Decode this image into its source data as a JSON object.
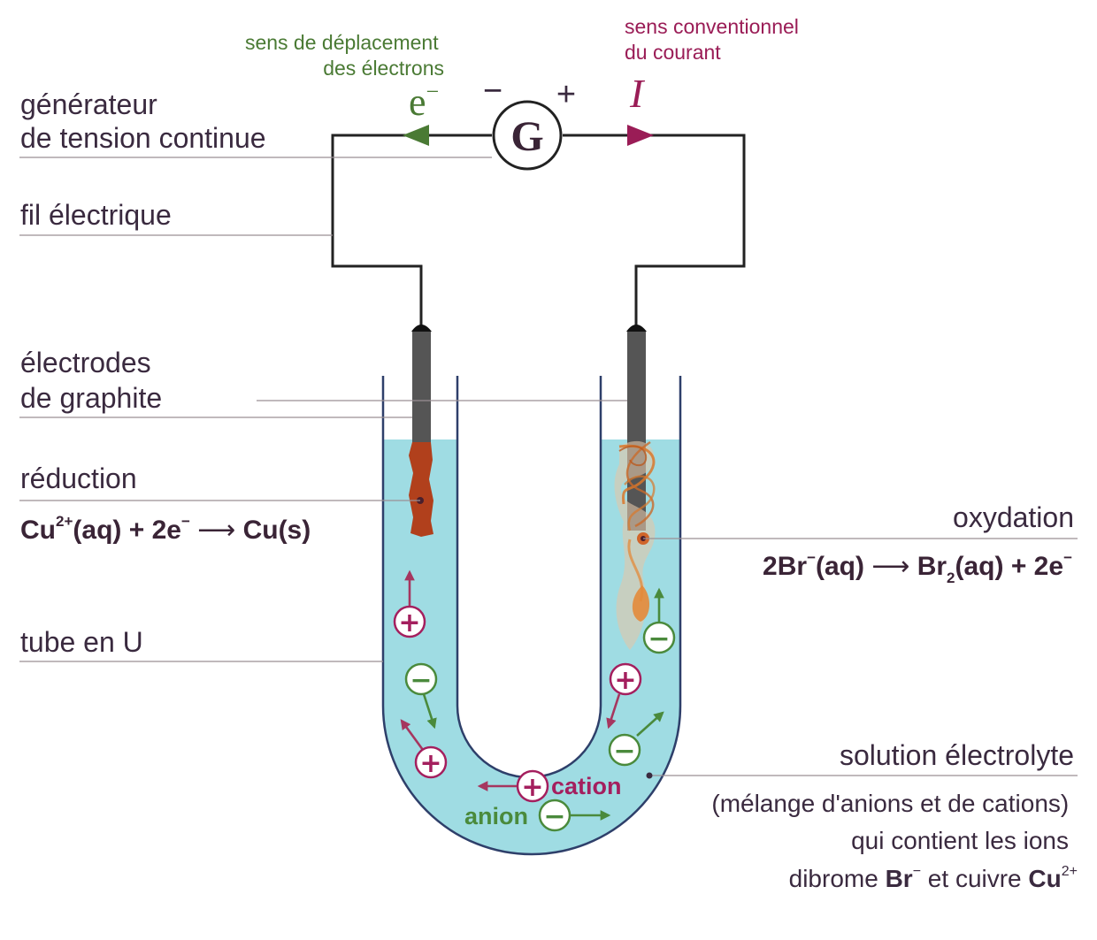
{
  "labels": {
    "generator_line1": "générateur",
    "generator_line2": "de tension continue",
    "wire": "fil électrique",
    "electrodes_line1": "électrodes",
    "electrodes_line2": "de graphite",
    "reduction": "réduction",
    "oxidation": "oxydation",
    "utube": "tube en U",
    "electrolyte": "solution électrolyte",
    "electrolyte_desc1": "(mélange d'anions et de cations)",
    "electrolyte_desc2": "qui contient les ions",
    "electrolyte_desc3_a": "dibrome ",
    "electrolyte_desc3_br": "Br",
    "electrolyte_desc3_b": " et cuivre ",
    "electrolyte_desc3_cu": "Cu",
    "electron_direction_line1": "sens de déplacement",
    "electron_direction_line2": "des électrons",
    "current_direction_line1": "sens conventionnel",
    "current_direction_line2": "du courant",
    "generator_symbol": "G",
    "minus_terminal": "−",
    "plus_terminal": "+",
    "electron_symbol": "e",
    "current_symbol": "I",
    "cation": "cation",
    "anion": "anion"
  },
  "equations": {
    "reduction": {
      "p1": "Cu",
      "p1_sup": "2+",
      "p2": "(aq) + 2e",
      "p2_sup": "−",
      "arrow": " ⟶ ",
      "p3": "Cu(s)"
    },
    "oxidation": {
      "p1": "2Br",
      "p1_sup": "−",
      "p2": "(aq)",
      "arrow": " ⟶ ",
      "p3": "Br",
      "p3_sub": "2",
      "p4": "(aq) + 2e",
      "p4_sup": "−"
    }
  },
  "charges": {
    "minus": "−",
    "plus": "+",
    "two_plus": "2+"
  },
  "colors": {
    "electron_green": "#4a7a34",
    "current_purple": "#9a1c56",
    "anion_green": "#4a8a3c",
    "cation_purple": "#a41f5e",
    "solution": "#9fdce3",
    "tube_line": "#2e3f6a",
    "electrode": "#555555",
    "copper": "#b1401c",
    "bromine": "#d9782b",
    "wire": "#222222",
    "leader": "#9a8f95"
  },
  "icons": {
    "generator": "circle-G-symbol",
    "cation": "circled-plus",
    "anion": "circled-minus"
  }
}
